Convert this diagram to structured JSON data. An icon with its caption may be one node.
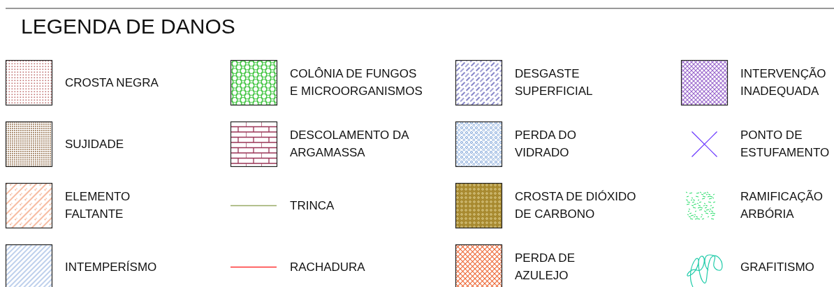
{
  "diagram": {
    "title": "LEGENDA DE DANOS",
    "legend": [
      {
        "text": "CROSTA NEGRA"
      },
      {
        "text": "COLÔNIA DE FUNGOS E MICROORGANISMOS"
      },
      {
        "text": "DESGASTE SUPERFICIAL"
      },
      {
        "text": "INTERVENÇÃO INADEQUADA"
      },
      {
        "text": "SUJIDADE"
      },
      {
        "text": "DESCOLAMENTO DA ARGAMASSA"
      },
      {
        "text": "PERDA DO VIDRADO"
      },
      {
        "text": "PONTO DE ESTUFAMENTO"
      },
      {
        "text": "ELEMENTO FALTANTE"
      },
      {
        "text": "TRINCA"
      },
      {
        "text": "CROSTA DE DIÓXIDO DE CARBONO"
      },
      {
        "text": "RAMIFICAÇÃO ARBÓRIA"
      },
      {
        "text": "INTEMPERÍSMO"
      },
      {
        "text": "RACHADURA"
      },
      {
        "text": "PERDA DE AZULEJO"
      },
      {
        "text": "GRAFITISMO"
      }
    ]
  }
}
